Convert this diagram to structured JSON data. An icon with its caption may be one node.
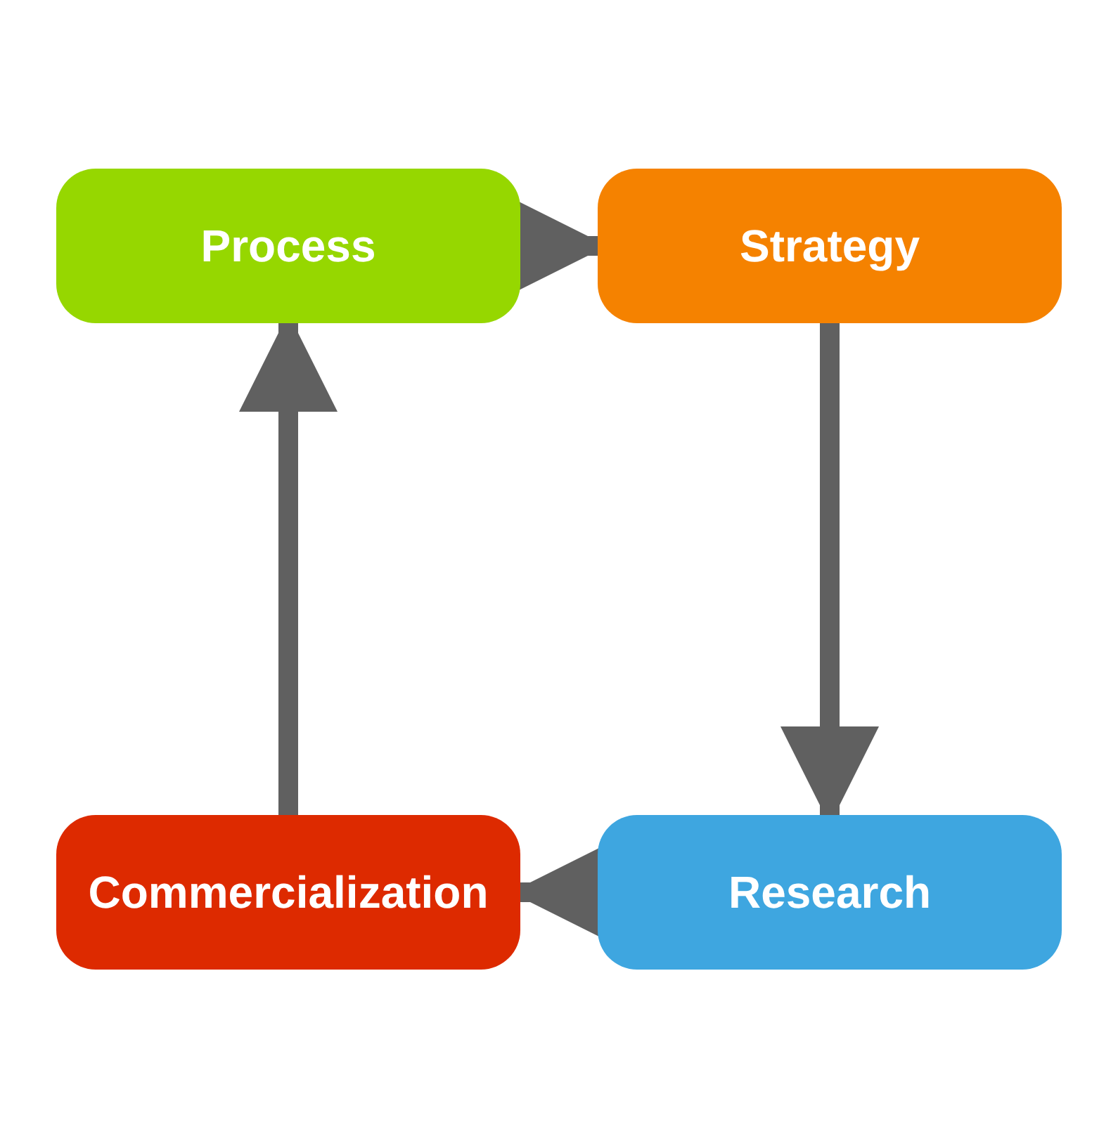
{
  "diagram": {
    "nodes": [
      {
        "text": [
          "Process"
        ]
      },
      {
        "text": [
          "Strategy"
        ]
      },
      {
        "text": [
          "Research"
        ]
      },
      {
        "text": [
          "Commercialization"
        ]
      }
    ],
    "edges": [
      {
        "from": 0,
        "to": 1,
        "arrow": "to"
      },
      {
        "from": 1,
        "to": 2,
        "arrow": "to"
      },
      {
        "from": 2,
        "to": 3,
        "arrow": "to"
      },
      {
        "from": 3,
        "to": 0,
        "arrow": "to"
      }
    ]
  }
}
